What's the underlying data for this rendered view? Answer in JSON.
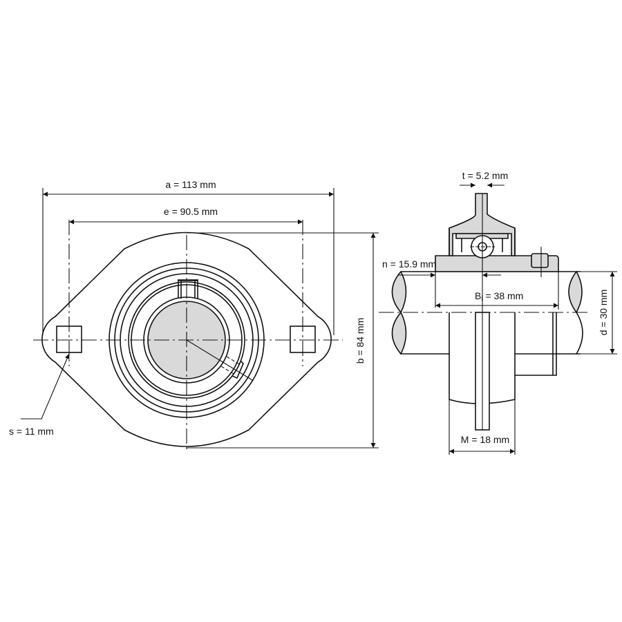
{
  "dimensions": {
    "a": "a = 113 mm",
    "e": "e = 90.5 mm",
    "b": "b = 84 mm",
    "s": "s = 11 mm",
    "t": "t = 5.2 mm",
    "n": "n = 15.9 mm",
    "bi_prefix": "B",
    "bi_sub": "i",
    "bi_value": " = 38 mm",
    "d": "d = 30 mm",
    "m": "M = 18 mm"
  },
  "colors": {
    "fill": "#d9d9d9",
    "line": "#111111"
  }
}
